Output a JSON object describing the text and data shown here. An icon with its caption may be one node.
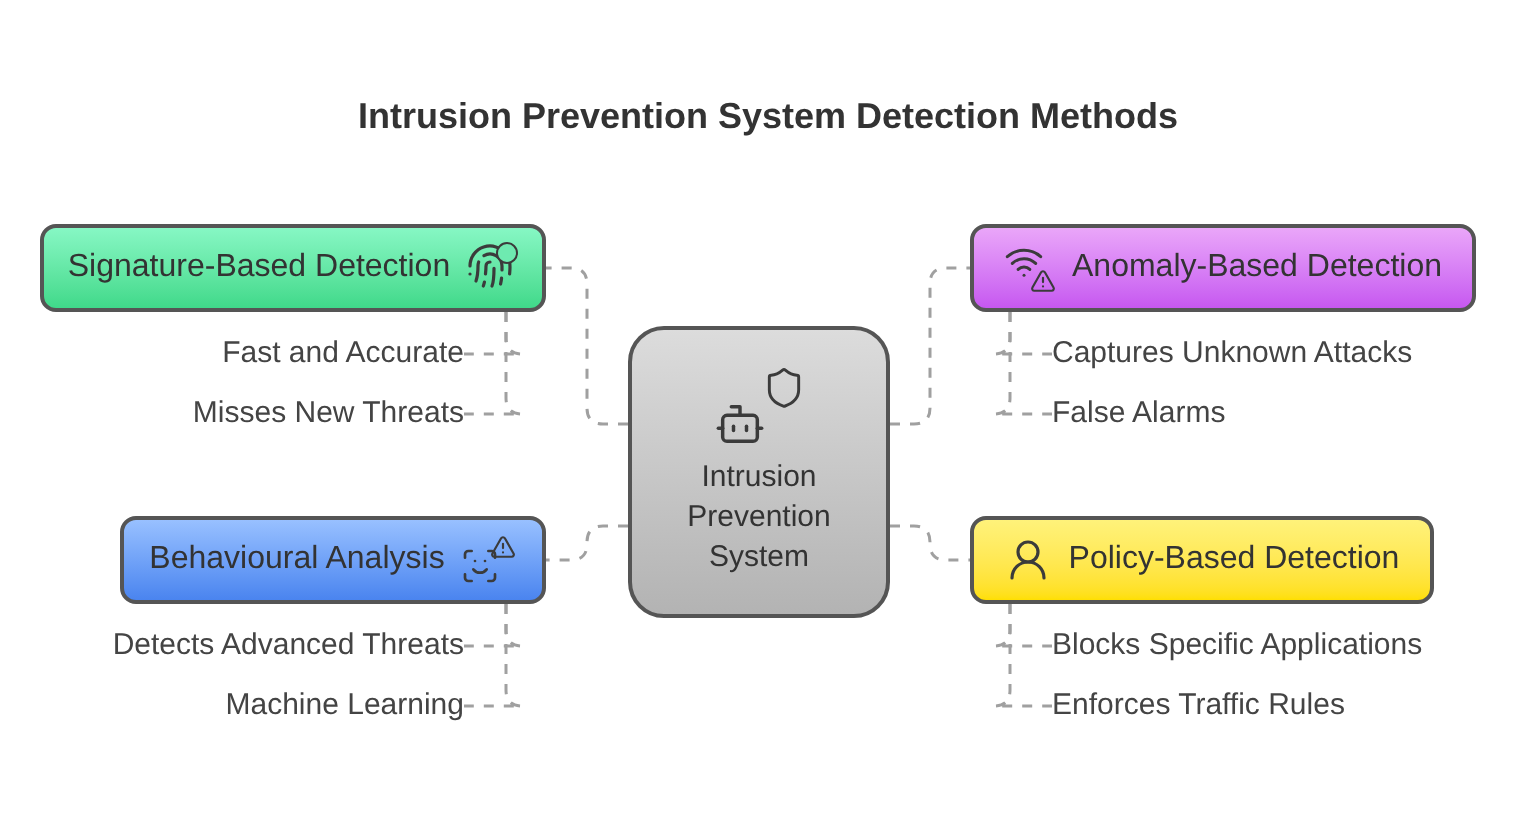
{
  "diagram": {
    "title": "Intrusion Prevention System Detection Methods",
    "nodes": [
      {
        "text": [
          "Intrusion Prevention System"
        ]
      },
      {
        "text": [
          "Signature-Based Detection"
        ]
      },
      {
        "text": [
          "Fast and Accurate"
        ]
      },
      {
        "text": [
          "Misses New Threats"
        ]
      },
      {
        "text": [
          "Anomaly-Based Detection"
        ]
      },
      {
        "text": [
          "Captures Unknown Attacks"
        ]
      },
      {
        "text": [
          "False Alarms"
        ]
      },
      {
        "text": [
          "Behavioural Analysis"
        ]
      },
      {
        "text": [
          "Detects Advanced Threats"
        ]
      },
      {
        "text": [
          "Machine Learning"
        ]
      },
      {
        "text": [
          "Policy-Based Detection"
        ]
      },
      {
        "text": [
          "Blocks Specific Applications"
        ]
      },
      {
        "text": [
          "Enforces Traffic Rules"
        ]
      }
    ],
    "edges": [
      {
        "from": 0,
        "to": 1,
        "arrow": "none",
        "style": "dashed"
      },
      {
        "from": 1,
        "to": 2,
        "arrow": "none",
        "style": "dashed"
      },
      {
        "from": 1,
        "to": 3,
        "arrow": "none",
        "style": "dashed"
      },
      {
        "from": 0,
        "to": 4,
        "arrow": "none",
        "style": "dashed"
      },
      {
        "from": 4,
        "to": 5,
        "arrow": "none",
        "style": "dashed"
      },
      {
        "from": 4,
        "to": 6,
        "arrow": "none",
        "style": "dashed"
      },
      {
        "from": 0,
        "to": 7,
        "arrow": "none",
        "style": "dashed"
      },
      {
        "from": 7,
        "to": 8,
        "arrow": "none",
        "style": "dashed"
      },
      {
        "from": 7,
        "to": 9,
        "arrow": "none",
        "style": "dashed"
      },
      {
        "from": 0,
        "to": 10,
        "arrow": "none",
        "style": "dashed"
      },
      {
        "from": 10,
        "to": 11,
        "arrow": "none",
        "style": "dashed"
      },
      {
        "from": 10,
        "to": 12,
        "arrow": "none",
        "style": "dashed"
      }
    ]
  }
}
